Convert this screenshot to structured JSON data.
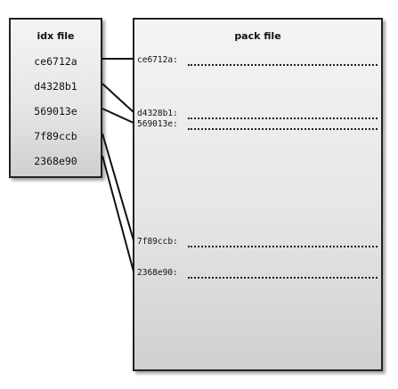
{
  "idx_file": {
    "title": "idx file",
    "entries": [
      "ce6712a",
      "d4328b1",
      "569013e",
      "7f89ccb",
      "2368e90"
    ]
  },
  "pack_file": {
    "title": "pack file",
    "entries": [
      "ce6712a:",
      "d4328b1:",
      "569013e:",
      "7f89ccb:",
      "2368e90:"
    ]
  }
}
